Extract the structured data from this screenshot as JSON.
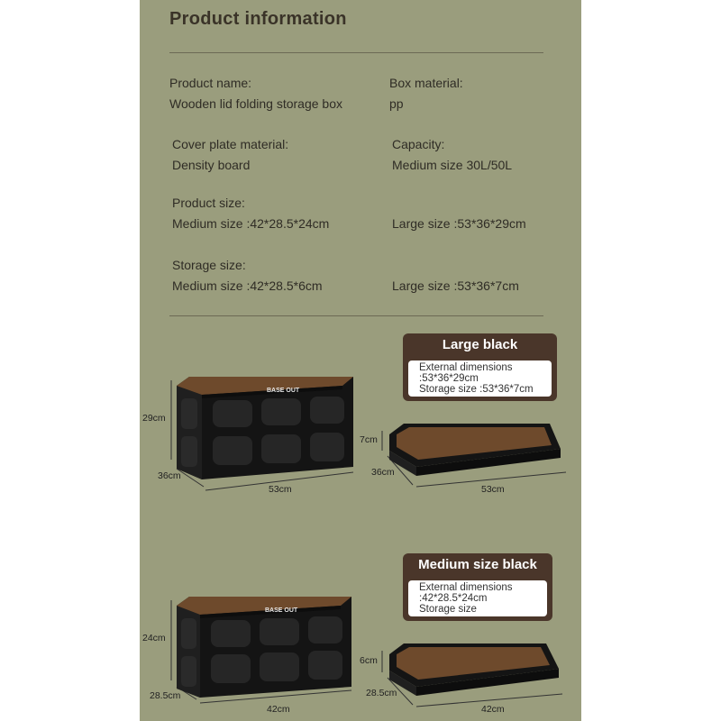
{
  "title": "Product information",
  "specs": {
    "product_name_label": "Product name:",
    "product_name_value": "Wooden lid folding storage box",
    "box_material_label": "Box material:",
    "box_material_value": "pp",
    "cover_label": "Cover plate material:",
    "cover_value": "Density board",
    "capacity_label": "Capacity:",
    "capacity_value": "Medium size 30L/50L",
    "product_size_label": "Product size:",
    "product_size_medium": "Medium size :42*28.5*24cm",
    "product_size_large": "Large size :53*36*29cm",
    "storage_size_label": "Storage size:",
    "storage_size_medium": "Medium size :42*28.5*6cm",
    "storage_size_large": "Large size :53*36*7cm"
  },
  "large": {
    "card_title": "Large black",
    "line1": "External dimensions",
    "line2": ":53*36*29cm",
    "line3": "Storage size :53*36*7cm",
    "brand": "BASE OUT",
    "height": "29cm",
    "depth": "36cm",
    "width": "53cm",
    "folded_height": "7cm",
    "folded_depth": "36cm",
    "folded_width": "53cm"
  },
  "medium": {
    "card_title": "Medium size black",
    "line1": "External dimensions",
    "line2": ":42*28.5*24cm",
    "line3": "Storage size",
    "brand": "BASE OUT",
    "height": "24cm",
    "depth": "28.5cm",
    "width": "42cm",
    "folded_height": "6cm",
    "folded_depth": "28.5cm",
    "folded_width": "42cm"
  },
  "colors": {
    "panel": "#9a9d7d",
    "card": "#4a362a",
    "box": "#141414",
    "lid": "#6e4a2c"
  }
}
